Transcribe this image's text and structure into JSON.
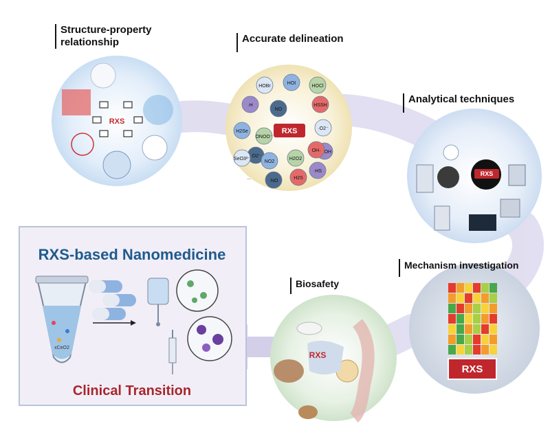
{
  "labels": {
    "structure_property": [
      "Structure-property",
      "relationship"
    ],
    "accurate_delineation": "Accurate delineation",
    "analytical_techniques": "Analytical techniques",
    "mechanism_investigation": "Mechanism investigation",
    "biosafety": "Biosafety"
  },
  "panel": {
    "title": "RXS-based Nanomedicine",
    "subtitle": "Clinical Transition"
  },
  "hub_labels": {
    "structure": "RXS",
    "delineation": "RXS",
    "analytical": "RXS",
    "mechanism": "RXS",
    "biosafety": "RXS"
  },
  "species": [
    "HOBr",
    "HOI",
    "HOCl",
    "·H",
    "NO",
    "HSSH",
    "·O2⁻",
    "H2Se",
    "ONOO⁻",
    "HSOH",
    "·O2⁻",
    "OH·",
    "SeO3²⁻",
    "NO2",
    "H2O2",
    "·HS",
    "·NO",
    "H2S",
    "..."
  ],
  "tube_text": "xCeO2",
  "colors": {
    "rxs_red": "#c0272d",
    "title_blue": "#1f5a8c",
    "subtitle_red": "#a8262c",
    "arrow_lavender": "#d9d6ec",
    "panel_bg": "#f1eef7"
  }
}
